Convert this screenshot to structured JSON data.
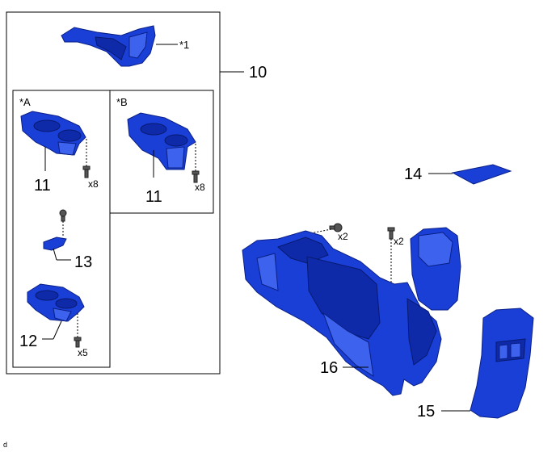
{
  "labels": {
    "star1": "*1",
    "starA": "*A",
    "starB": "*B",
    "n10": "10",
    "n11a": "11",
    "n11b": "11",
    "n12": "12",
    "n13": "13",
    "n14": "14",
    "n15": "15",
    "n16": "16",
    "qty_x8a": "x8",
    "qty_x8b": "x8",
    "qty_x5": "x5",
    "qty_x2a": "x2",
    "qty_x2b": "x2",
    "corner": "d"
  },
  "colors": {
    "part": "#1a3fd6",
    "part_dark": "#0f2aa8",
    "part_light": "#3d63ee",
    "outline": "#000000"
  }
}
